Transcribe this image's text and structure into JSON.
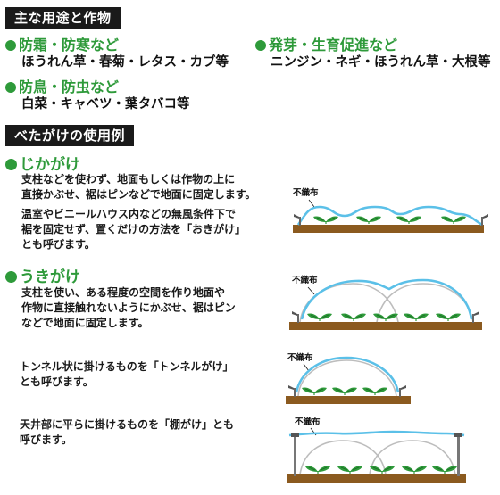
{
  "uses": {
    "title": "主な用途と作物",
    "groups": [
      {
        "name": "防霜・防寒など",
        "crops": "ほうれん草・春菊・レタス・カブ等"
      },
      {
        "name": "発芽・生育促進など",
        "crops": "ニンジン・ネギ・ほうれん草・大根等"
      },
      {
        "name": "防鳥・防虫など",
        "crops": "白菜・キャベツ・葉タバコ等"
      }
    ]
  },
  "usage": {
    "title": "べたがけの使用例",
    "jikagake": {
      "name": "じかがけ",
      "p1": [
        "支柱などを使わず、地面もしくは作物の上に",
        "直接かぶせ、裾はピンなどで地面に固定します。"
      ],
      "p2": [
        "温室やビニールハウス内などの無風条件下で",
        "裾を固定せず、置くだけの方法を「おきがけ」",
        "とも呼びます。"
      ]
    },
    "ukigake": {
      "name": "うきがけ",
      "p1": [
        "支柱を使い、ある程度の空間を作り地面や",
        "作物に直接触れないようにかぶせ、裾はピン",
        "などで地面に固定します。"
      ],
      "tunnel": [
        "トンネル状に掛けるものを「トンネルがけ」",
        "とも呼びます。"
      ],
      "tana": [
        "天井部に平らに掛けるものを「棚がけ」とも",
        "呼びます。"
      ]
    }
  },
  "illustrations": {
    "fabric_label": "不織布"
  },
  "colors": {
    "green": "#2e9a3a",
    "soil": "#8b5a1f",
    "fabric": "#5bc0e8",
    "header_bg": "#1a1a1a"
  }
}
